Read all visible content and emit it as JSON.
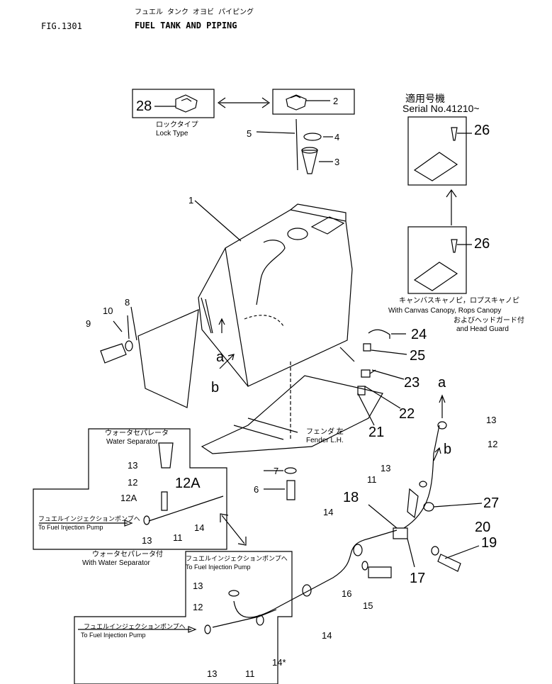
{
  "header": {
    "fig_number": "FIG.1301",
    "title_jp": "フュエル タンク オヨビ パイピング",
    "title_en": "FUEL TANK AND PIPING"
  },
  "lock_type": {
    "jp": "ロックタイプ",
    "en": "Lock Type"
  },
  "serial": {
    "jp": "適用号機",
    "en": "Serial No.41210~"
  },
  "canopy": {
    "jp": "キャンバスキャノピ，ロプスキャノピ",
    "en": "With Canvas Canopy, Rops Canopy",
    "jp2": "およびヘッドガード付",
    "en2": "and Head Guard"
  },
  "fender": {
    "jp": "フェンダ 左",
    "en": "Fender L.H."
  },
  "water_sep": {
    "jp": "ウォータセパレータ",
    "en": "Water Separator"
  },
  "fuel_pump_left": {
    "jp": "フュエルインジェクションポンプへ",
    "en": "To Fuel Injection Pump"
  },
  "with_water_sep": {
    "jp": "ウォータセパレータ付",
    "en": "With Water Separator"
  },
  "fuel_pump_mid": {
    "jp": "フュエルインジェクションポンプへ",
    "en": "To Fuel Injection Pump"
  },
  "fuel_pump_bottom": {
    "jp": "フュエルインジェクションポンプへ",
    "en": "To Fuel Injection Pump"
  },
  "callouts": {
    "c1": "1",
    "c2": "2",
    "c3": "3",
    "c4": "4",
    "c5": "5",
    "c6": "6",
    "c7": "7",
    "c8": "8",
    "c9": "9",
    "c10": "10",
    "c11a": "11",
    "c11b": "11",
    "c11c": "11",
    "c12a": "12",
    "c12b": "12",
    "c12c": "12",
    "c12A": "12A",
    "c12A_big": "12A",
    "c13a": "13",
    "c13b": "13",
    "c13c": "13",
    "c13d": "13",
    "c13e": "13",
    "c13f": "13",
    "c14a": "14",
    "c14b": "14",
    "c14c": "14",
    "c14star": "14*",
    "c15": "15",
    "c16": "16",
    "c17": "17",
    "c18": "18",
    "c19": "19",
    "c20": "20",
    "c21": "21",
    "c22": "22",
    "c23": "23",
    "c24": "24",
    "c25": "25",
    "c26a": "26",
    "c26b": "26",
    "c27": "27",
    "c28": "28",
    "a1": "a",
    "a2": "a",
    "b1": "b",
    "b2": "b"
  }
}
